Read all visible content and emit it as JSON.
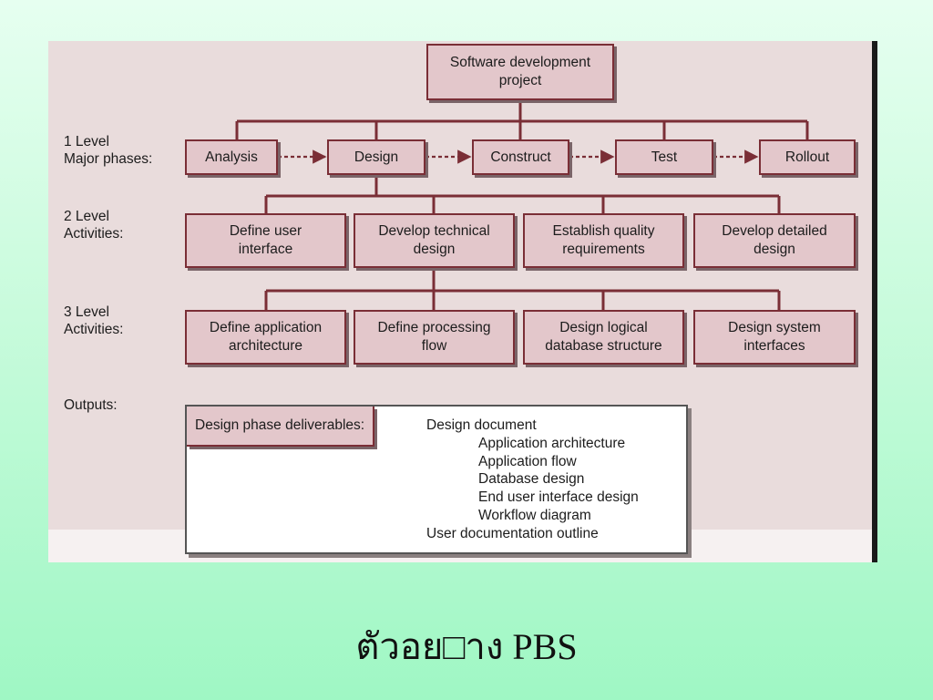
{
  "root": "Software development project",
  "levels": [
    {
      "label_line1": "1 Level",
      "label_line2": "Major phases:"
    },
    {
      "label_line1": "2 Level",
      "label_line2": "Activities:"
    },
    {
      "label_line1": "3 Level",
      "label_line2": "Activities:"
    }
  ],
  "phases": [
    "Analysis",
    "Design",
    "Construct",
    "Test",
    "Rollout"
  ],
  "level2": [
    {
      "line1": "Define user",
      "line2": "interface"
    },
    {
      "line1": "Develop technical",
      "line2": "design"
    },
    {
      "line1": "Establish quality",
      "line2": "requirements"
    },
    {
      "line1": "Develop detailed",
      "line2": "design"
    }
  ],
  "level3": [
    {
      "line1": "Define application",
      "line2": "architecture"
    },
    {
      "line1": "Define processing",
      "line2": "flow"
    },
    {
      "line1": "Design logical",
      "line2": "database structure"
    },
    {
      "line1": "Design system",
      "line2": "interfaces"
    }
  ],
  "outputs": {
    "label": "Outputs:",
    "tag": "Design phase deliverables:",
    "doc": "Design document",
    "items": [
      "Application architecture",
      "Application flow",
      "Database design",
      "End user interface design",
      "Workflow diagram"
    ],
    "footer": "User documentation outline"
  },
  "caption": "ตัวอย□าง PBS",
  "colors": {
    "box_fill": "#e3c7cb",
    "box_border": "#7a2e36",
    "panel": "#e9dcdc",
    "background": "#b5f9d2"
  }
}
